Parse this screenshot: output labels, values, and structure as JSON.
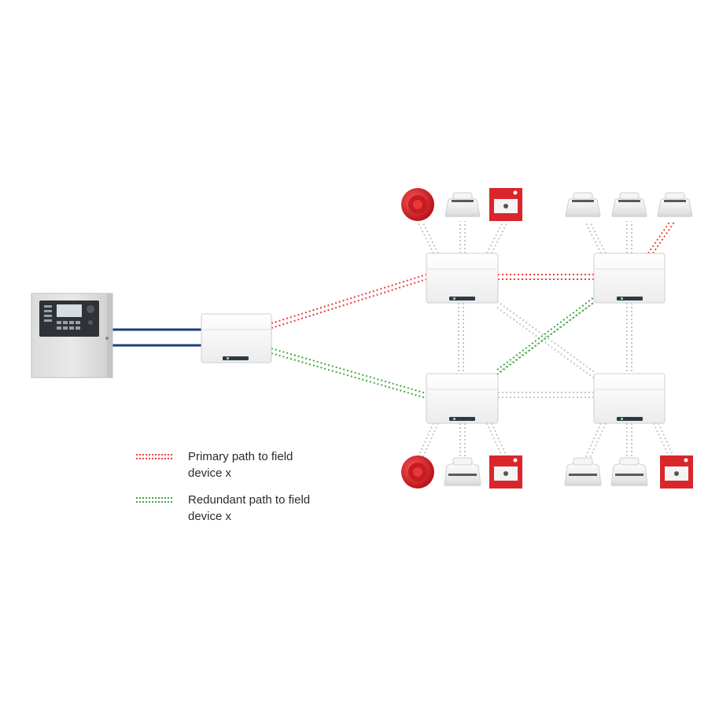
{
  "legend": {
    "primary": {
      "label": "Primary path to field device x",
      "color": "#e8413c"
    },
    "redundant": {
      "label": "Redundant path to field device x",
      "color": "#3aaa3a"
    }
  },
  "colors": {
    "bus_cable": "#1d3f7a",
    "neutral_link": "#c9c9c9",
    "device_red": "#d9262b",
    "housing": "#f2f2f2"
  },
  "devices": {
    "panel": "fire-control-panel",
    "loop_module": "loop-interface-module",
    "nodes": [
      "node-top-left",
      "node-top-right",
      "node-bottom-left",
      "node-bottom-right"
    ],
    "field_devices_top": [
      "sounder-icon",
      "smoke-detector-icon",
      "call-point-icon",
      "smoke-detector-icon",
      "smoke-detector-icon",
      "smoke-detector-icon"
    ],
    "field_devices_bottom": [
      "sounder-icon",
      "smoke-detector-icon",
      "call-point-icon",
      "smoke-detector-icon",
      "smoke-detector-icon",
      "call-point-icon"
    ]
  }
}
